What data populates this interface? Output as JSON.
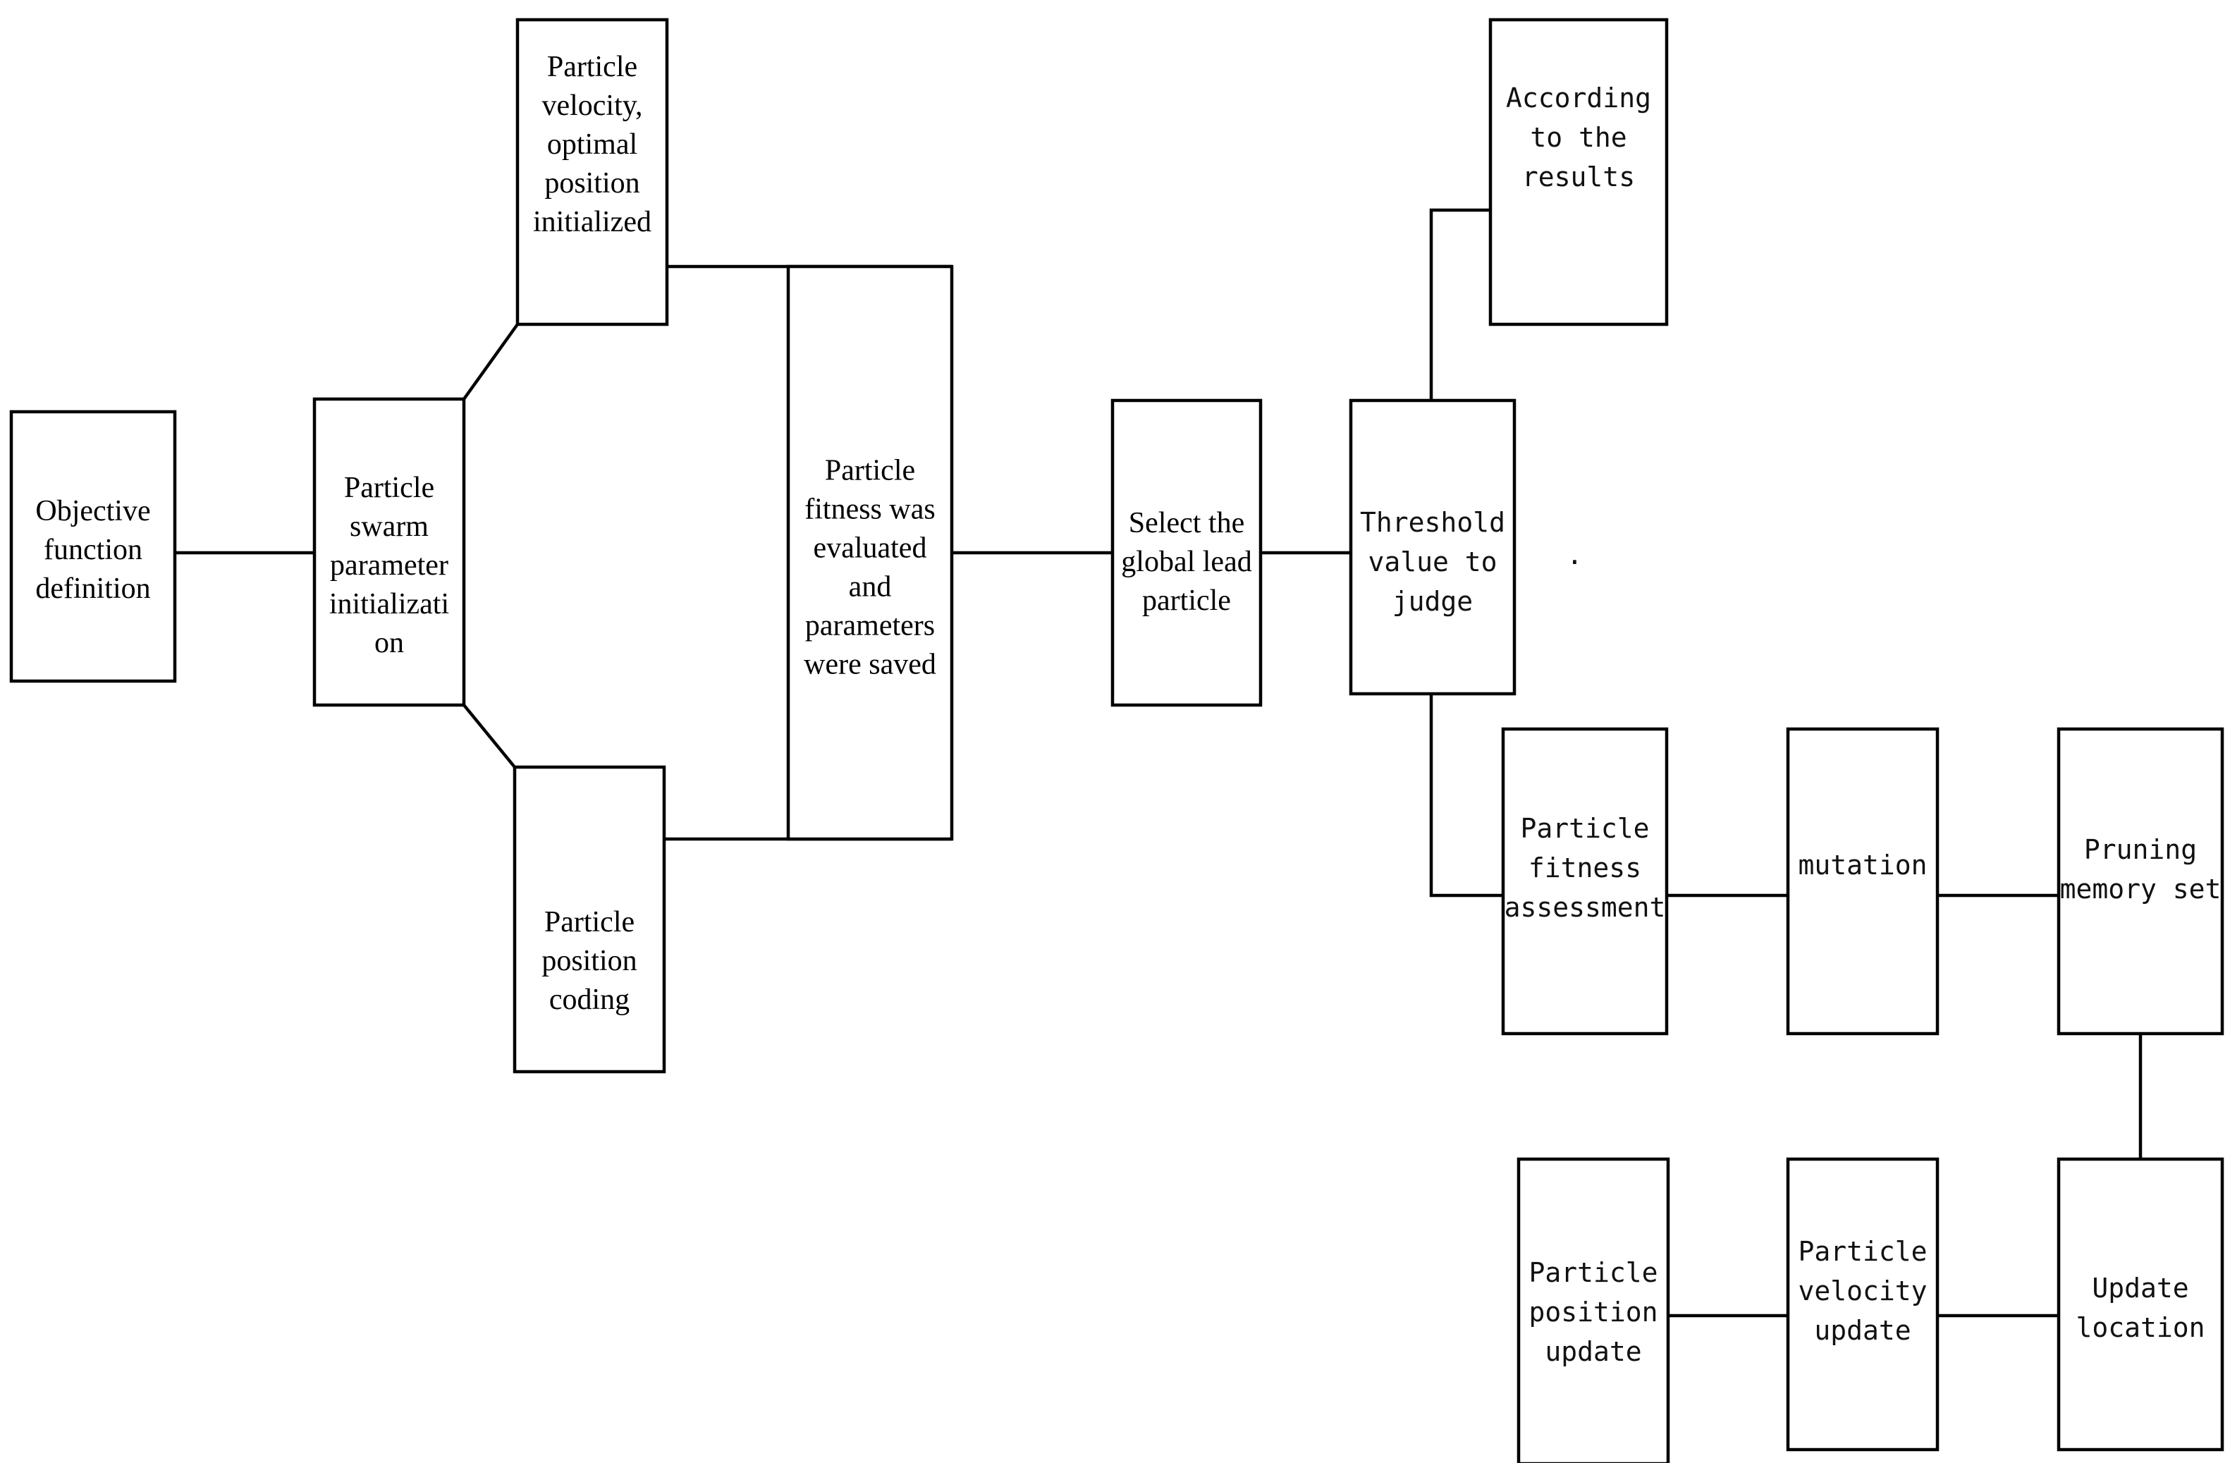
{
  "nodes": {
    "objective": {
      "lines": [
        "Objective",
        "function",
        "definition"
      ]
    },
    "swarm_init": {
      "lines": [
        "Particle",
        "swarm",
        "parameter",
        "initializati",
        "on"
      ]
    },
    "velocity_init": {
      "lines": [
        "Particle",
        "velocity,",
        "optimal",
        "position",
        "initialized"
      ]
    },
    "position_coding": {
      "lines": [
        "Particle",
        "position",
        "coding"
      ]
    },
    "fitness_eval": {
      "lines": [
        "Particle",
        "fitness was",
        "evaluated",
        "and",
        "parameters",
        "were saved"
      ]
    },
    "select_leader": {
      "lines": [
        "Select the",
        "global lead",
        "particle"
      ]
    },
    "threshold": {
      "lines": [
        "Threshold",
        "value to",
        "judge"
      ]
    },
    "results": {
      "lines": [
        "According",
        "to the",
        "results"
      ]
    },
    "fitness_assess": {
      "lines": [
        "Particle",
        "fitness",
        "assessment"
      ]
    },
    "mutation": {
      "lines": [
        "mutation"
      ]
    },
    "pruning": {
      "lines": [
        "Pruning",
        "memory set"
      ]
    },
    "update_location": {
      "lines": [
        "Update",
        "location"
      ]
    },
    "velocity_update": {
      "lines": [
        "Particle",
        "velocity",
        "update"
      ]
    },
    "position_update": {
      "lines": [
        "Particle",
        "position",
        "update"
      ]
    }
  },
  "stray_mark": "."
}
